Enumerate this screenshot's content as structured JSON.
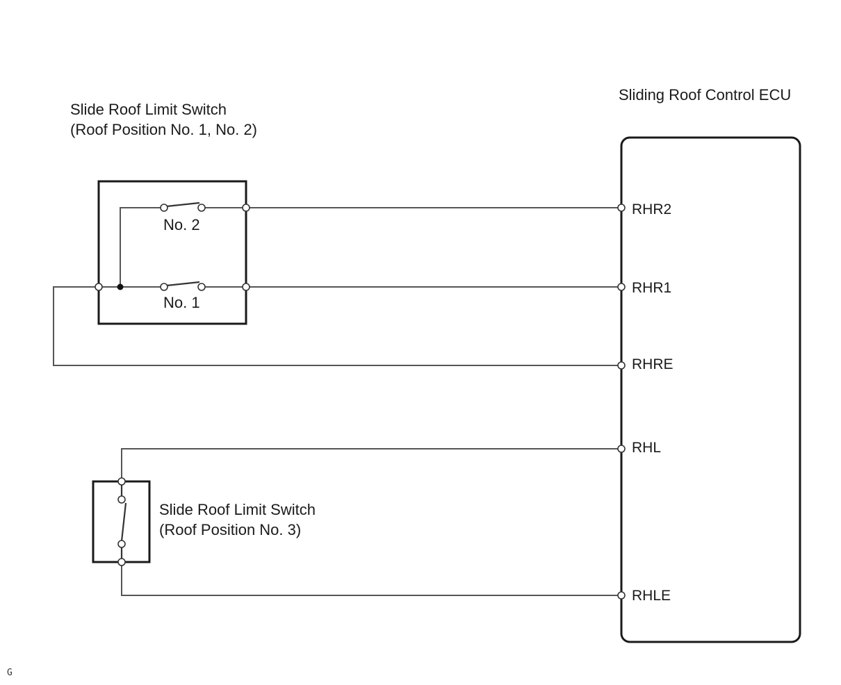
{
  "ecu": {
    "title": "Sliding Roof Control ECU",
    "pins": {
      "rhr2": "RHR2",
      "rhr1": "RHR1",
      "rhre": "RHRE",
      "rhl": "RHL",
      "rhle": "RHLE"
    }
  },
  "switch_12": {
    "title_line1": "Slide Roof Limit Switch",
    "title_line2": "(Roof Position No. 1, No. 2)",
    "contact_no2": "No. 2",
    "contact_no1": "No. 1"
  },
  "switch_3": {
    "title_line1": "Slide Roof Limit Switch",
    "title_line2": "(Roof Position No. 3)"
  },
  "corner_mark": "G"
}
